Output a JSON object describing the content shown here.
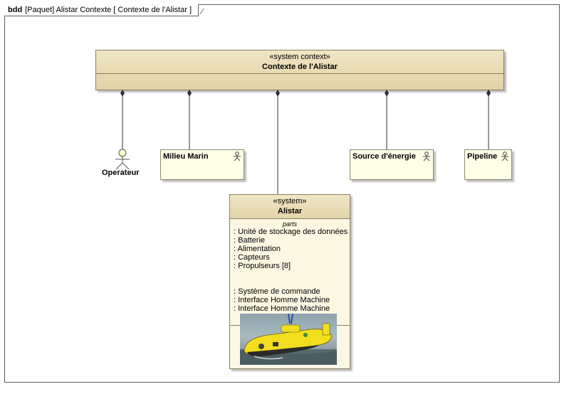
{
  "frame": {
    "kind": "bdd",
    "title": "[Paquet] Alistar Contexte [ Contexte de l'Alistar ]"
  },
  "context_block": {
    "stereotype": "«system context»",
    "name": "Contexte de l'Alistar"
  },
  "actor": {
    "name": "Operateur",
    "icon": "actor-icon"
  },
  "externals": [
    {
      "name": "Milieu Marin",
      "icon": "actor-icon"
    },
    {
      "name": "Source d'énergie",
      "icon": "actor-icon"
    },
    {
      "name": "Pipeline",
      "icon": "actor-icon"
    }
  ],
  "system_block": {
    "stereotype": "«system»",
    "name": "Alistar",
    "compartment_title": "parts",
    "parts": [
      ": Unité de stockage des données",
      ": Batterie",
      ": Alimentation",
      ": Capteurs",
      ": Propulseurs [8]"
    ],
    "parts2": [
      ": Système de commande",
      ": Interface Homme Machine",
      ": Interface Homme Machine"
    ],
    "image": "submarine-photo"
  },
  "colors": {
    "context_fill": "#e6d9ae",
    "external_fill": "#fffee6",
    "system_fill": "#fbf7e2",
    "border": "#8a7e5a",
    "submarine": "#f2dd1e"
  }
}
